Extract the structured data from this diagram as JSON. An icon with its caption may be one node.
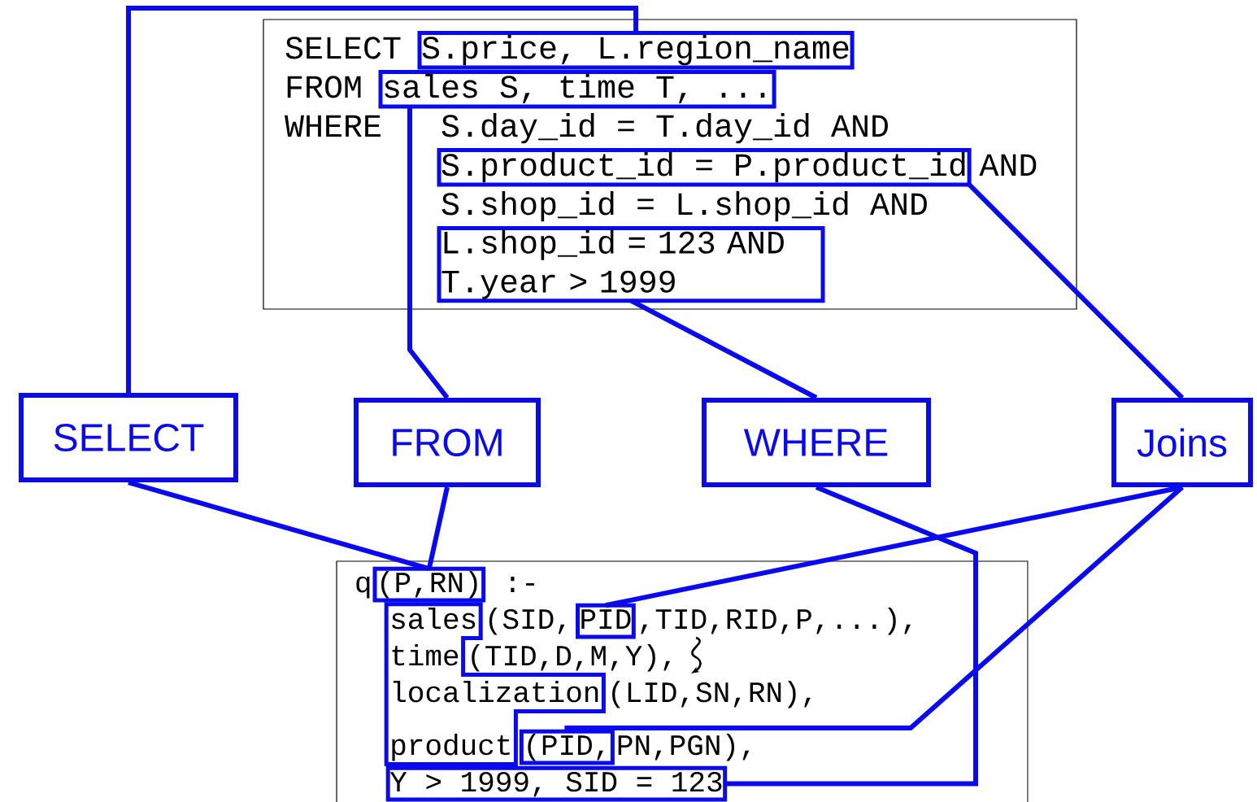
{
  "diagram": {
    "nodes": [
      {
        "text": [
          "SELECT",
          "FROM",
          "WHERE",
          "S.day_id = T.day_id AND",
          "AND",
          "S.shop_id = L.shop_id AND"
        ]
      },
      {
        "text": [
          "S.price, L.region_name"
        ],
        "in": 0
      },
      {
        "text": [
          "sales S, time T, ..."
        ],
        "in": 0
      },
      {
        "text": [
          "S.product_id = P.product_id"
        ],
        "in": 0
      },
      {
        "text": [
          "L.shop_id = 123 AND T.year > 1999"
        ],
        "in": 0
      },
      {
        "text": [
          "SELECT"
        ]
      },
      {
        "text": [
          "FROM"
        ]
      },
      {
        "text": [
          "WHERE"
        ]
      },
      {
        "text": [
          "Joins"
        ]
      },
      {
        "text": [
          "q",
          ":-",
          "(SID,",
          ",TID,RID,P,...),",
          "(TID,D,M,Y),",
          "(LID,SN,RN),",
          "PN,PGN),"
        ]
      },
      {
        "text": [
          "(P,RN)"
        ],
        "in": 9
      },
      {
        "text": [
          "sales",
          "time",
          "localization",
          "product"
        ],
        "in": 9
      },
      {
        "text": [
          "PID"
        ],
        "in": 9
      },
      {
        "text": [
          "(PID,"
        ],
        "in": 9
      },
      {
        "text": [
          "Y > 1999, SID = 123"
        ],
        "in": 9
      }
    ],
    "edges": [
      {
        "from": 5,
        "to": 1,
        "arrow": "none"
      },
      {
        "from": 6,
        "to": 2,
        "arrow": "none"
      },
      {
        "from": 7,
        "to": 4,
        "arrow": "none"
      },
      {
        "from": 8,
        "to": 3,
        "arrow": "none"
      },
      {
        "from": 5,
        "to": 10,
        "arrow": "none"
      },
      {
        "from": 6,
        "to": 10,
        "arrow": "none"
      },
      {
        "from": 7,
        "to": 14,
        "arrow": "none"
      },
      {
        "from": 8,
        "to": 12,
        "arrow": "none"
      },
      {
        "from": 8,
        "to": 13,
        "arrow": "none"
      }
    ]
  }
}
